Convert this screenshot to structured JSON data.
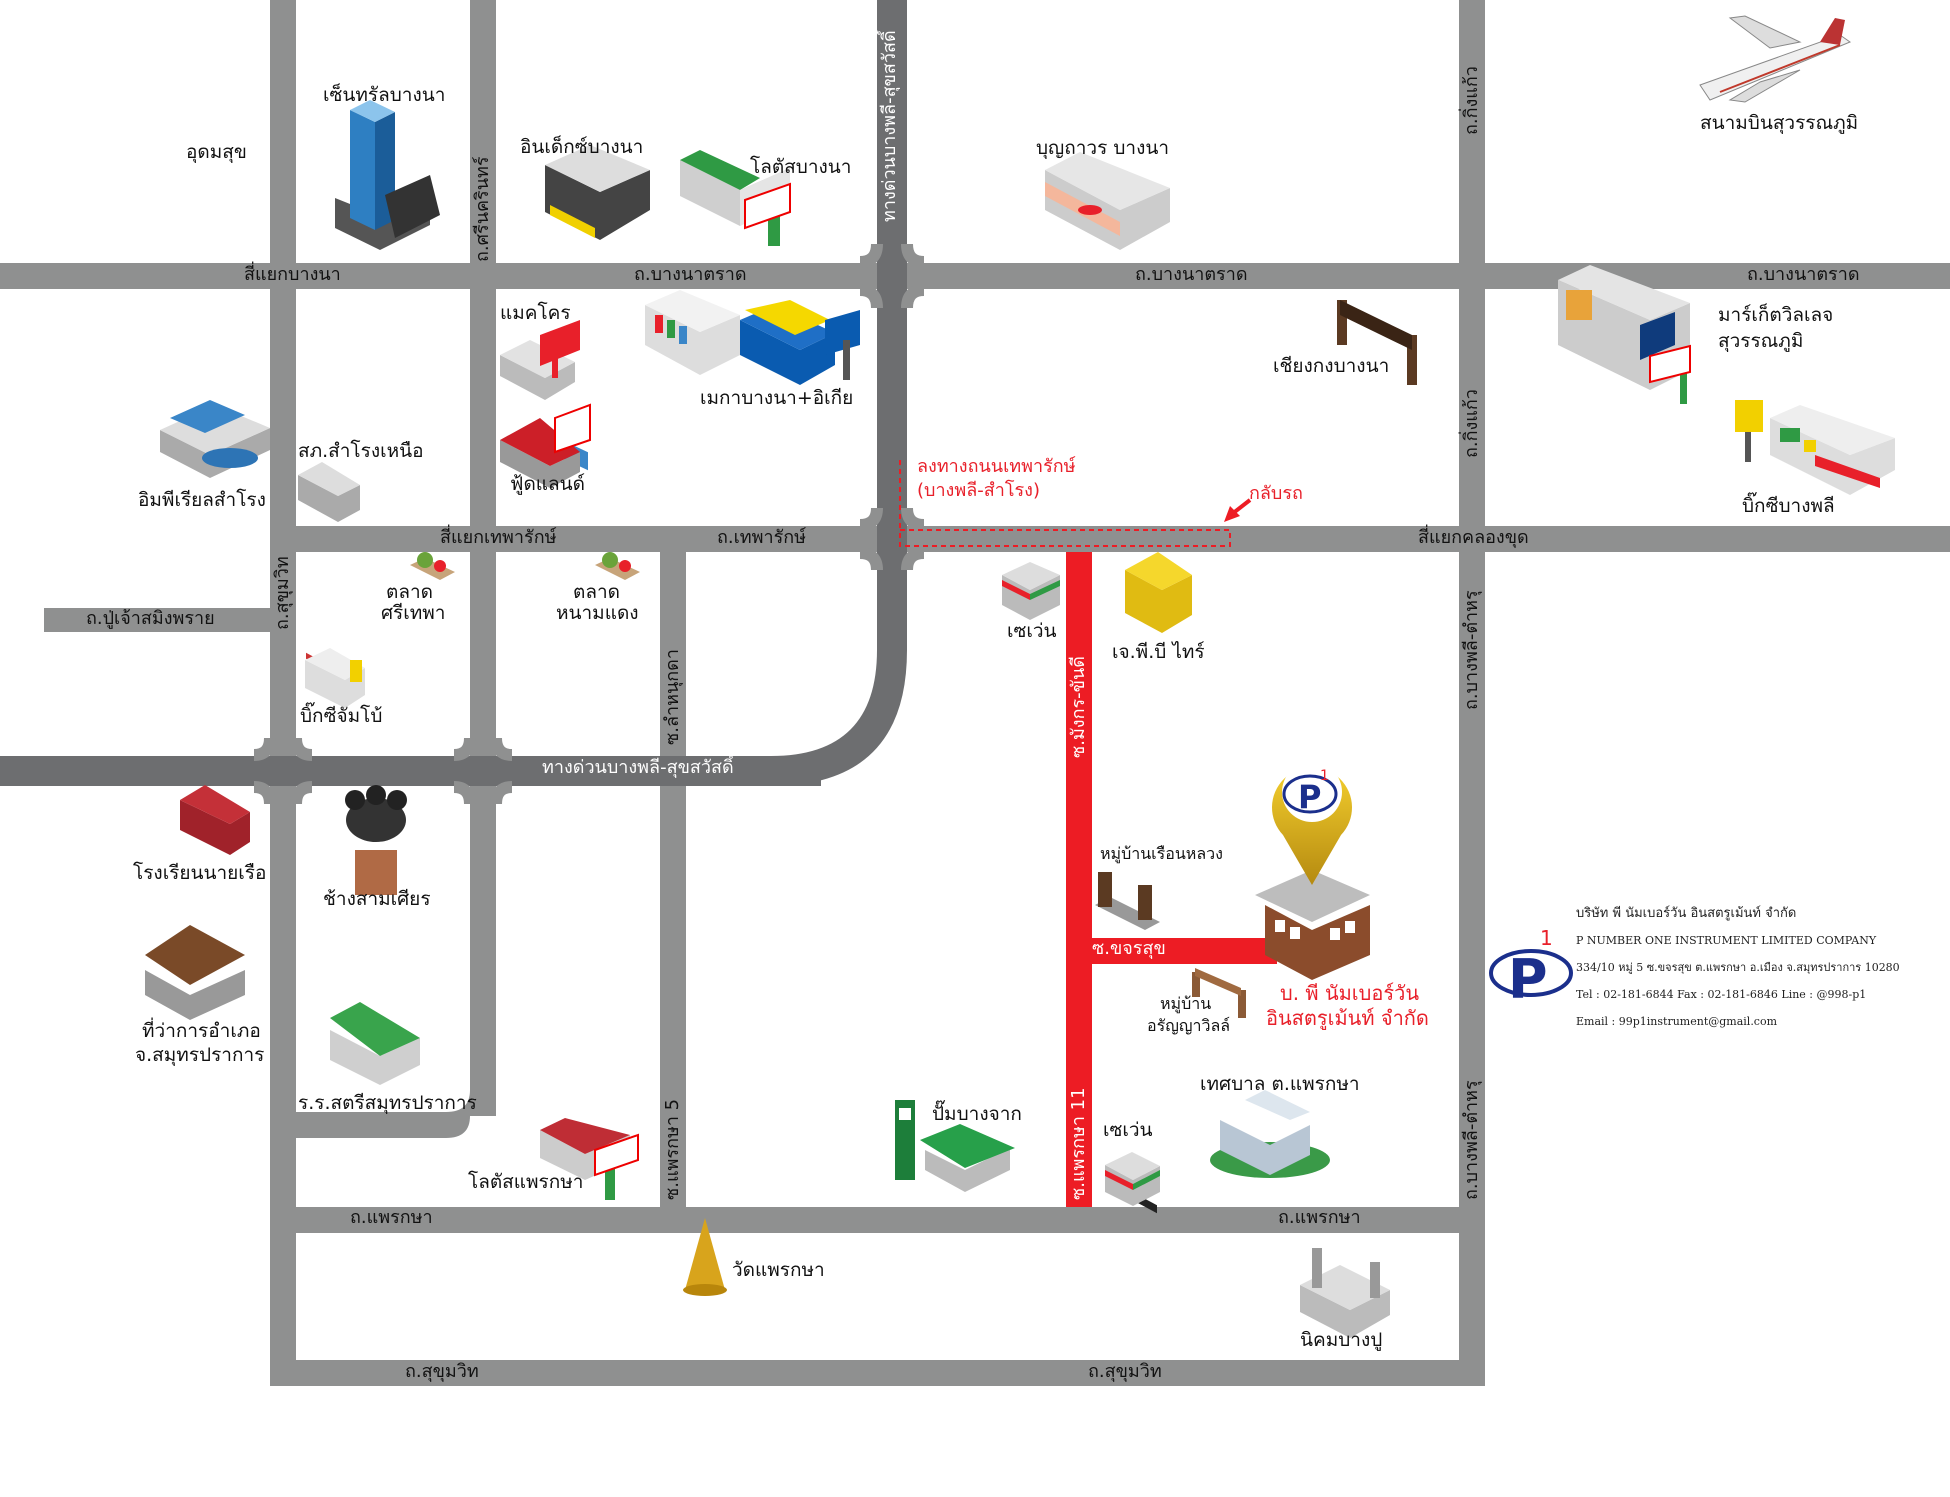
{
  "roads": {
    "bangna_trat_1": "ถ.บางนาตราด",
    "bangna_trat_2": "ถ.บางนาตราด",
    "bangna_trat_3": "ถ.บางนาตราด",
    "siyaek_bangna": "สี่แยกบางนา",
    "srinakarin": "ถ.ศรีนครินทร์",
    "expressway_vertical": "ทางด่วนบางพลี-สุขสวัสดิ์",
    "expressway_horizontal": "ทางด่วนบางพลี-สุขสวัสดิ์",
    "king_kaeo_1": "ถ.กิ่งแก้ว",
    "king_kaeo_2": "ถ.กิ่งแก้ว",
    "siyaek_theparak": "สี่แยกเทพารักษ์",
    "theparak": "ถ.เทพารักษ์",
    "siyaek_khlong_khut": "สี่แยกคลองขุด",
    "sukhumvit_left": "ถ.สุขุมวิท",
    "pu_chao": "ถ.ปู่เจ้าสมิงพราย",
    "bangphli_tamru_1": "ถ.บางพลี-ตำหรุ",
    "bangphli_tamru_2": "ถ.บางพลี-ตำหรุ",
    "soi_lam_nam": "ซ.ลำหนุกดา",
    "soi_mangkorn": "ซ.มังกร-ขันดี",
    "soi_khachon": "ซ.ขจรสุข",
    "soi_phraeksa_5": "ซ.แพรกษา 5",
    "soi_phraeksa_11": "ซ.แพรกษา 11",
    "phraeksa_1": "ถ.แพรกษา",
    "phraeksa_2": "ถ.แพรกษา",
    "sukhumvit_bottom_1": "ถ.สุขุมวิท",
    "sukhumvit_bottom_2": "ถ.สุขุมวิท"
  },
  "places": {
    "udomsuk": "อุดมสุข",
    "central_bangna": "เซ็นทรัลบางนา",
    "index_bangna": "อินเด็กซ์บางนา",
    "lotus_bangna": "โลตัสบางนา",
    "boonthavorn": "บุญถาวร บางนา",
    "airport": "สนามบินสุวรรณภูมิ",
    "makro": "แมคโคร",
    "mega_ikea": "เมกาบางนา+อิเกีย",
    "chiang_kong": "เชียงกงบางนา",
    "market_village_1": "มาร์เก็ตวิลเลจ",
    "market_village_2": "สุวรรณภูมิ",
    "imperial": "อิมพีเรียลสำโรง",
    "police": "สภ.สำโรงเหนือ",
    "foodland": "ฟู้ดแลนด์",
    "bigc_bangphli": "บิ๊กซีบางพลี",
    "talad_srithepha_1": "ตลาด",
    "talad_srithepha_2": "ศรีเทพา",
    "talad_nam_daeng_1": "ตลาด",
    "talad_nam_daeng_2": "หนามแดง",
    "seven_1": "เซเว่น",
    "jpb_tire": "เจ.พี.บี ไทร์",
    "bigc_jumbo": "บิ๊กซีจัมโบ้",
    "rongrian_nai_rua": "โรงเรียนนายเรือ",
    "erawan": "ช้างสามเศียร",
    "moo_baan_ruen_luang": "หมู่บ้านเรือนหลวง",
    "district_office_1": "ที่ว่าการอำเภอ",
    "district_office_2": "จ.สมุทรปราการ",
    "moo_baan_aranya_1": "หมู่บ้าน",
    "moo_baan_aranya_2": "อรัญญาวิลล์",
    "school_satri": "ร.ร.สตรีสมุทรปราการ",
    "pump_bangchak": "ปั๊มบางจาก",
    "seven_2": "เซเว่น",
    "municipality": "เทศบาล ต.แพรกษา",
    "lotus_phraeksa": "โลตัสแพรกษา",
    "wat_phraeksa": "วัดแพรกษา",
    "nikhom_bangpu": "นิคมบางปู"
  },
  "directions": {
    "exit_line1": "ลงทางถนนเทพารักษ์",
    "exit_line2": "(บางพลี-สำโรง)",
    "u_turn": "กลับรถ"
  },
  "destination": {
    "line1": "บ. พี นัมเบอร์วัน",
    "line2": "อินสตรูเม้นท์ จำกัด",
    "logo_text": "P",
    "logo_sup": "1"
  },
  "company": {
    "name_th": "บริษัท พี นัมเบอร์วัน อินสตรูเม้นท์ จำกัด",
    "name_en": "P NUMBER ONE INSTRUMENT LIMITED COMPANY",
    "address": "334/10 หมู่ 5 ซ.ขจรสุข ต.แพรกษา อ.เมือง จ.สมุทรปราการ 10280",
    "contact": "Tel : 02-181-6844 Fax : 02-181-6846 Line : @998-p1",
    "email": "Email : 99p1instrument@gmail.com"
  },
  "colors": {
    "road": "#8f9090",
    "expressway": "#6d6e70",
    "route": "#ed1c24",
    "pin": "#d4a514",
    "logo_blue": "#1b2f8c",
    "logo_red": "#e8202a"
  }
}
